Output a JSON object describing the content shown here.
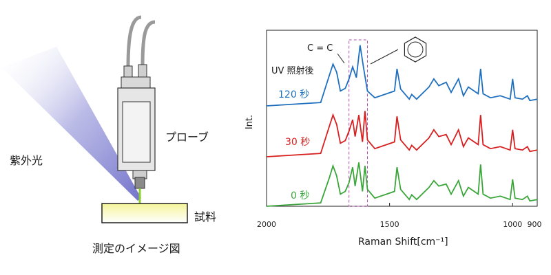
{
  "left": {
    "uv_label": "紫外光",
    "probe_label": "プローブ",
    "sample_label": "試料",
    "caption": "測定のイメージ図"
  },
  "chart_data": {
    "type": "line",
    "ylabel": "Int.",
    "xlabel": "Raman Shift[cm⁻¹]",
    "x_ticks": [
      "2000",
      "1500",
      "1000",
      "900"
    ],
    "xlim": [
      2000,
      900
    ],
    "annotations": {
      "cc_label": "C = C",
      "uv_after": "UV 照射後",
      "benzene": "benzene-ring-icon"
    },
    "series": [
      {
        "name": "120 秒",
        "color": "#1f6fbf",
        "x": [
          2000,
          1780,
          1745,
          1730,
          1715,
          1700,
          1680,
          1665,
          1650,
          1635,
          1620,
          1605,
          1590,
          1560,
          1480,
          1470,
          1455,
          1420,
          1410,
          1390,
          1340,
          1320,
          1300,
          1270,
          1250,
          1220,
          1200,
          1180,
          1140,
          1130,
          1120,
          1090,
          1050,
          1010,
          1000,
          990,
          960,
          940,
          930,
          900
        ],
        "y": [
          0.0,
          0.05,
          0.45,
          0.62,
          0.5,
          0.22,
          0.26,
          0.4,
          0.58,
          0.42,
          0.9,
          0.55,
          0.22,
          0.12,
          0.22,
          0.55,
          0.25,
          0.1,
          0.17,
          0.1,
          0.28,
          0.4,
          0.3,
          0.35,
          0.2,
          0.4,
          0.15,
          0.28,
          0.18,
          0.55,
          0.18,
          0.12,
          0.15,
          0.1,
          0.4,
          0.12,
          0.1,
          0.15,
          0.08,
          0.1
        ]
      },
      {
        "name": "30 秒",
        "color": "#d81f1f",
        "x": [
          2000,
          1780,
          1745,
          1730,
          1715,
          1700,
          1680,
          1665,
          1650,
          1640,
          1625,
          1610,
          1600,
          1590,
          1560,
          1480,
          1470,
          1455,
          1420,
          1410,
          1390,
          1340,
          1320,
          1300,
          1270,
          1250,
          1220,
          1200,
          1180,
          1140,
          1130,
          1120,
          1090,
          1050,
          1010,
          1000,
          990,
          960,
          940,
          930,
          900
        ],
        "y": [
          0.0,
          0.05,
          0.45,
          0.62,
          0.48,
          0.2,
          0.24,
          0.38,
          0.55,
          0.3,
          0.62,
          0.22,
          0.68,
          0.25,
          0.12,
          0.22,
          0.6,
          0.25,
          0.1,
          0.17,
          0.1,
          0.28,
          0.4,
          0.3,
          0.33,
          0.18,
          0.4,
          0.15,
          0.28,
          0.18,
          0.62,
          0.18,
          0.12,
          0.15,
          0.1,
          0.4,
          0.12,
          0.1,
          0.15,
          0.08,
          0.1
        ]
      },
      {
        "name": "0 秒",
        "color": "#3aa63a",
        "x": [
          2000,
          1780,
          1745,
          1730,
          1715,
          1700,
          1680,
          1665,
          1650,
          1640,
          1625,
          1610,
          1600,
          1590,
          1560,
          1480,
          1470,
          1455,
          1420,
          1410,
          1390,
          1340,
          1320,
          1300,
          1270,
          1250,
          1220,
          1200,
          1180,
          1140,
          1130,
          1120,
          1090,
          1050,
          1010,
          1000,
          990,
          960,
          940,
          930,
          900
        ],
        "y": [
          0.0,
          0.05,
          0.42,
          0.6,
          0.45,
          0.18,
          0.22,
          0.35,
          0.58,
          0.3,
          0.65,
          0.22,
          0.6,
          0.25,
          0.12,
          0.22,
          0.58,
          0.25,
          0.1,
          0.17,
          0.1,
          0.28,
          0.38,
          0.3,
          0.33,
          0.18,
          0.38,
          0.15,
          0.28,
          0.18,
          0.62,
          0.18,
          0.12,
          0.15,
          0.1,
          0.4,
          0.12,
          0.1,
          0.15,
          0.08,
          0.1
        ]
      }
    ],
    "highlight_range": [
      1665,
      1590
    ]
  }
}
